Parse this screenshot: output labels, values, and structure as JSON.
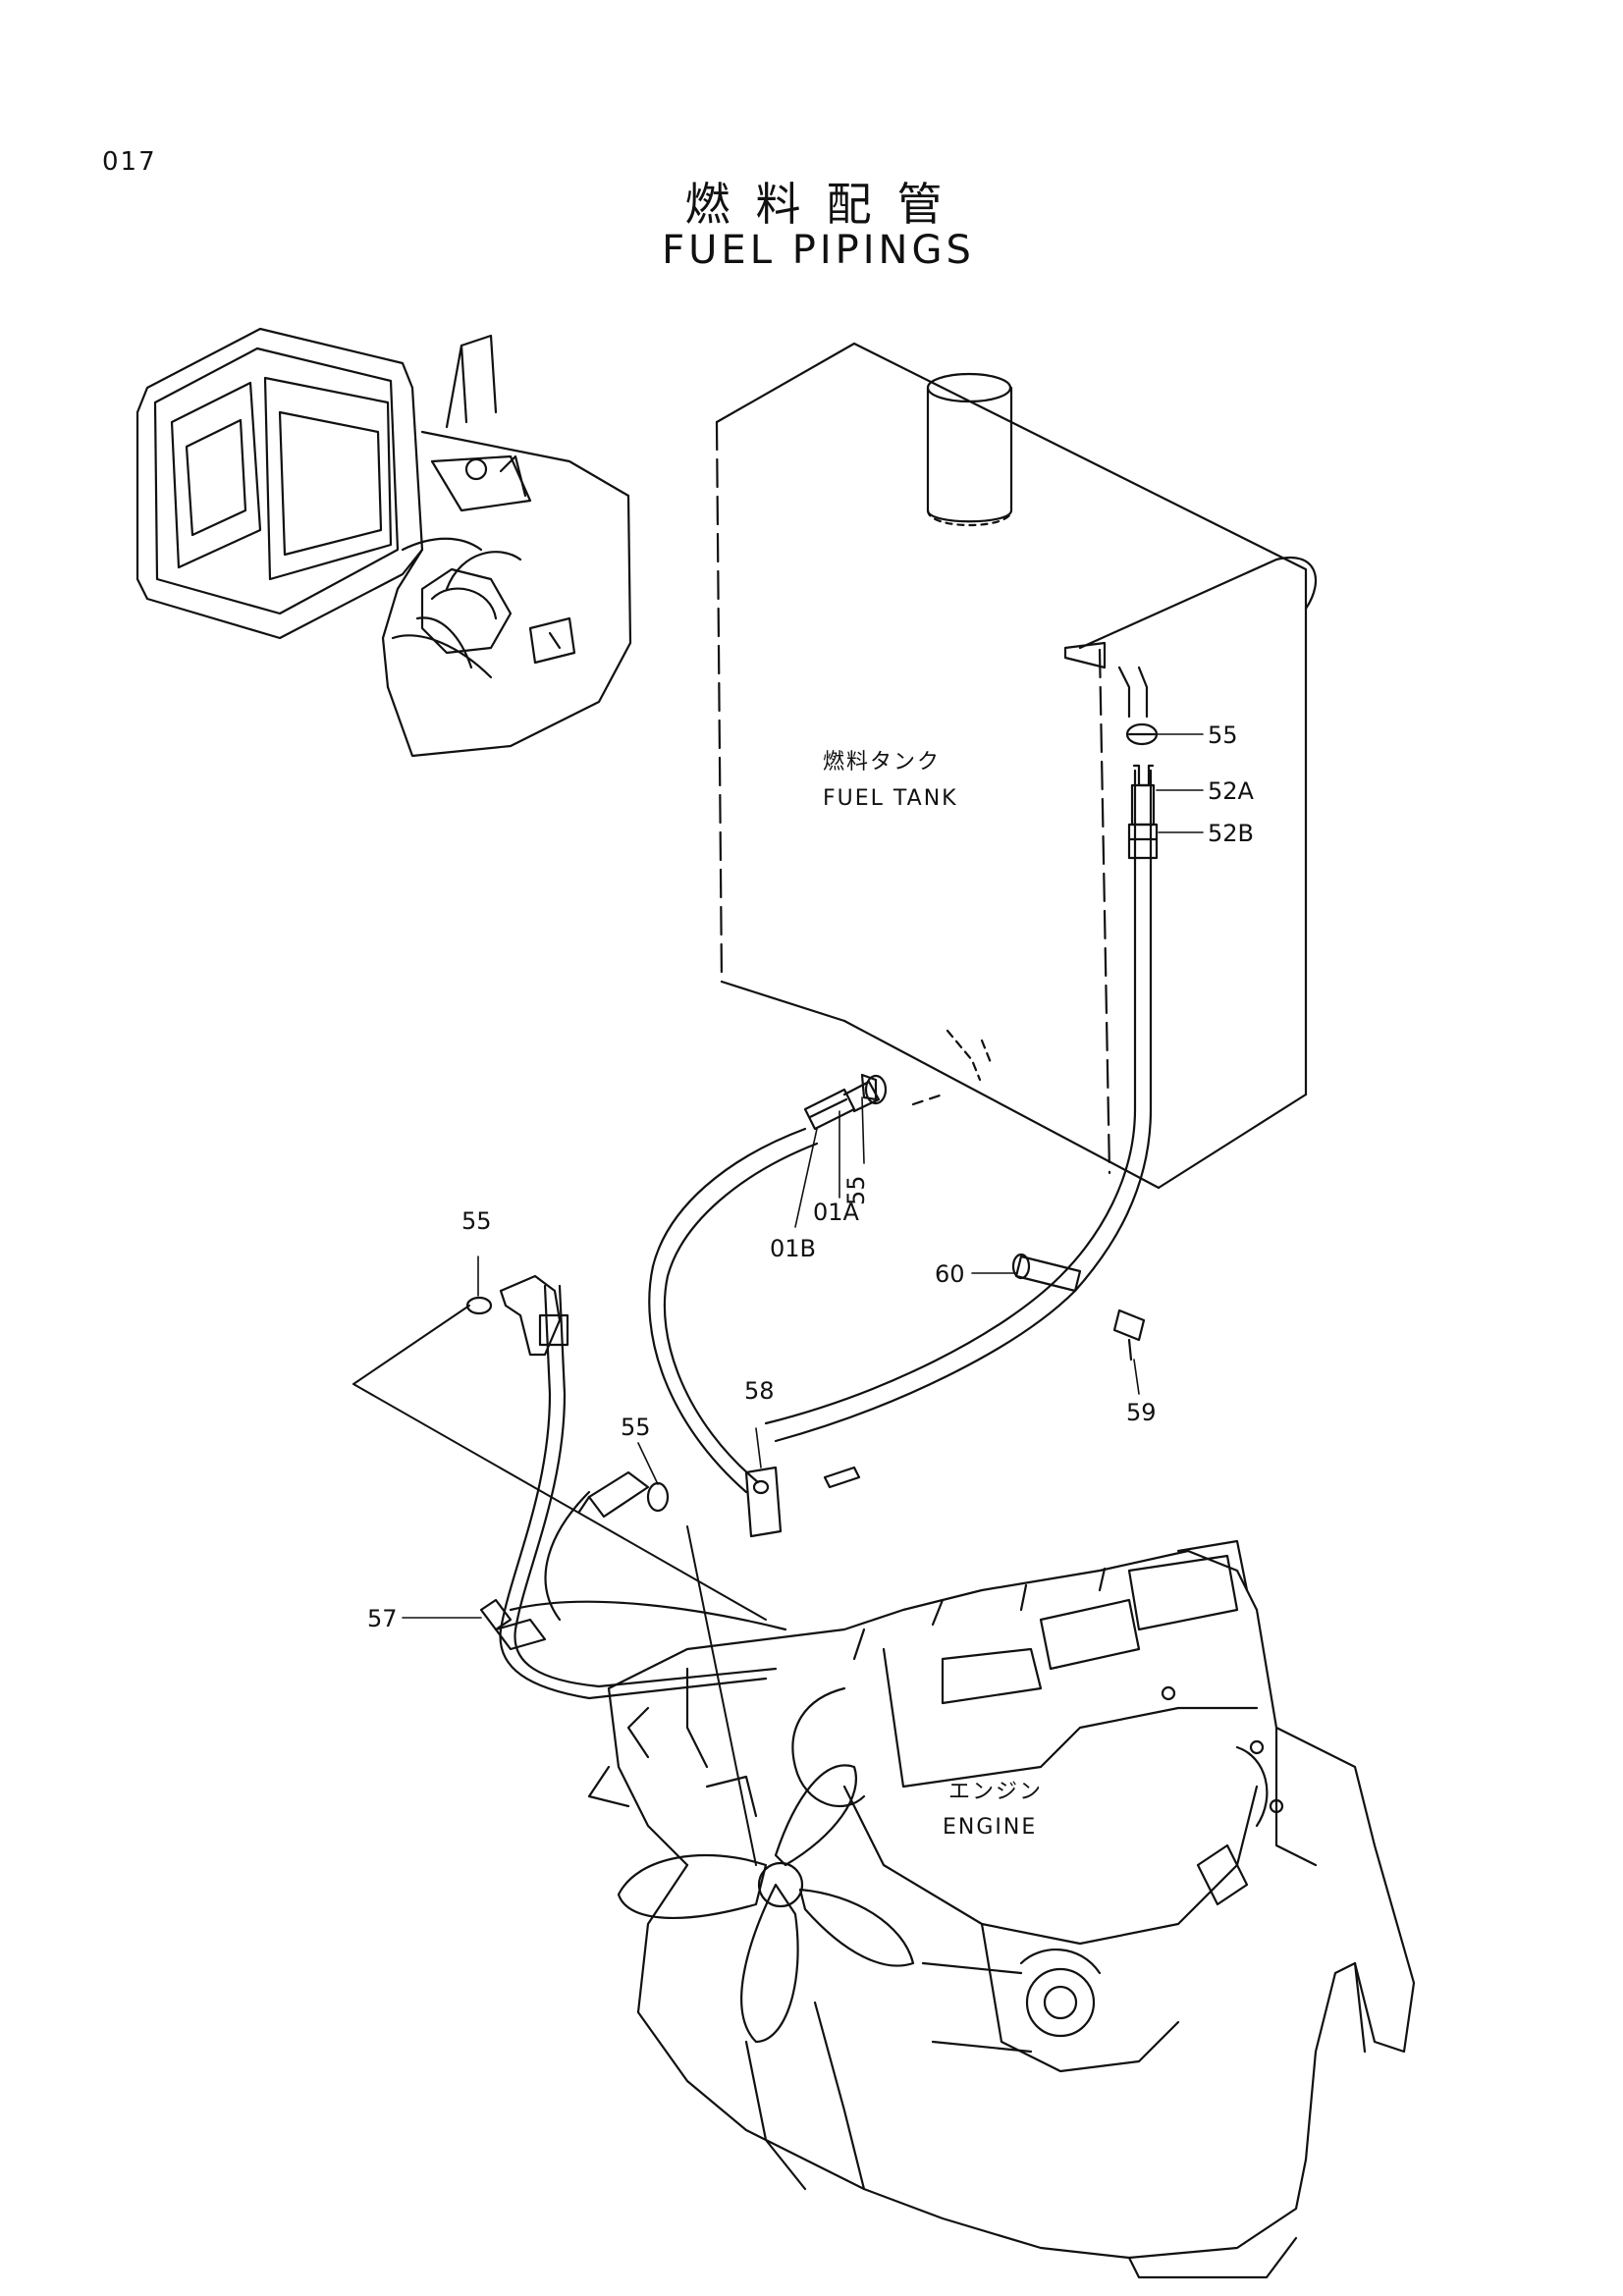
{
  "page": {
    "number": "017"
  },
  "title": {
    "jp": "燃料配管",
    "en": "FUEL PIPINGS"
  },
  "labels": {
    "fuel_tank_jp": "燃料タンク",
    "fuel_tank_en": "FUEL TANK",
    "engine_jp": "エンジン",
    "engine_en": "ENGINE"
  },
  "callouts": [
    "55",
    "52A",
    "52B",
    "55",
    "01A",
    "01B",
    "60",
    "59",
    "55",
    "58",
    "55",
    "57"
  ]
}
